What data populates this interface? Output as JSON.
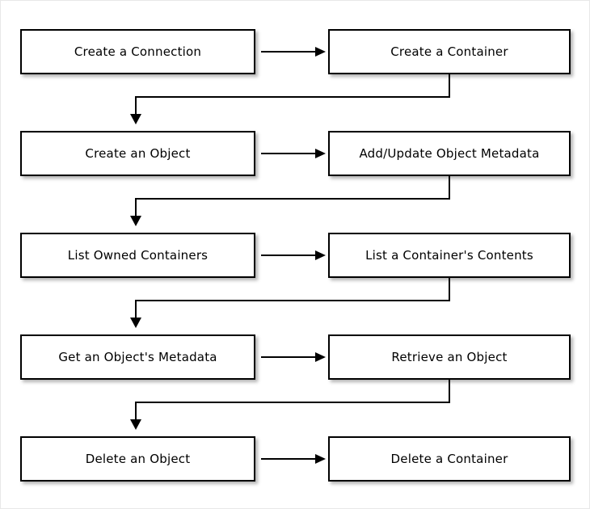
{
  "diagram": {
    "type": "flowchart",
    "orientation": "serpentine-top-to-bottom",
    "colors": {
      "node_border": "#000000",
      "node_fill": "#ffffff",
      "connector": "#000000",
      "text": "#000000",
      "page_background": "#ffffff"
    },
    "rows": [
      {
        "left": {
          "label": "Create a Connection"
        },
        "right": {
          "label": "Create a Container"
        }
      },
      {
        "left": {
          "label": "Create an Object"
        },
        "right": {
          "label": "Add/Update Object Metadata"
        }
      },
      {
        "left": {
          "label": "List Owned Containers"
        },
        "right": {
          "label": "List a Container's Contents"
        }
      },
      {
        "left": {
          "label": "Get an Object's Metadata"
        },
        "right": {
          "label": "Retrieve an Object"
        }
      },
      {
        "left": {
          "label": "Delete an Object"
        },
        "right": {
          "label": "Delete a Container"
        }
      }
    ],
    "connectors": {
      "horizontal_count": 5,
      "elbow_count": 4,
      "arrow_style": "solid-line-filled-triangle"
    }
  }
}
